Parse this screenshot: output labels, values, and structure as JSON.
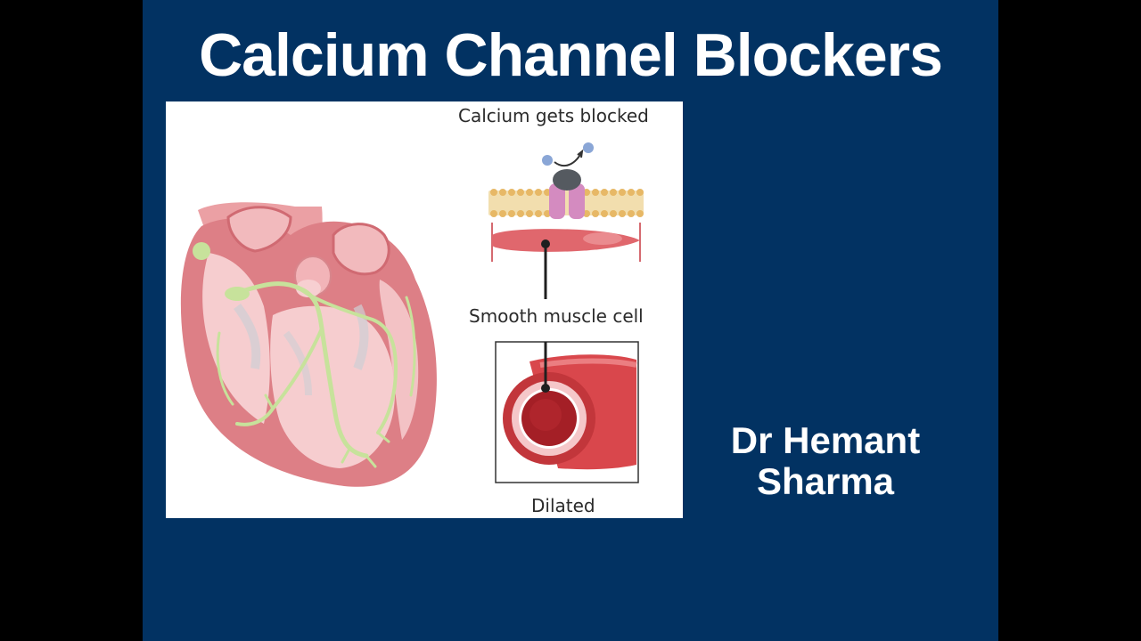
{
  "slide": {
    "title": "Calcium Channel Blockers",
    "author_line1": "Dr Hemant",
    "author_line2": "Sharma"
  },
  "figure": {
    "label_blocked": "Calcium gets blocked",
    "label_smooth_muscle": "Smooth muscle cell",
    "label_dilated": "Dilated"
  },
  "colors": {
    "slide_background": "#023262",
    "side_bars": "#000000",
    "text": "#ffffff",
    "heart_tissue": "#e3848a",
    "conduction_system": "#c7e29b",
    "vessel": "#c93a3f"
  },
  "icons": [
    "heart-illustration",
    "calcium-channel-icon",
    "smooth-muscle-cell-icon",
    "dilated-vessel-icon"
  ]
}
